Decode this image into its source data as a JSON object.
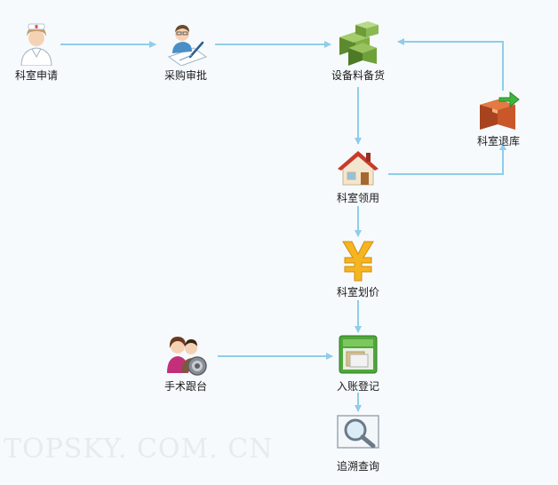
{
  "nodes": {
    "dept_apply": {
      "label": "科室申请",
      "icon": "nurse-icon"
    },
    "purchase_approve": {
      "label": "采购审批",
      "icon": "approver-signing-icon"
    },
    "equipment_stock": {
      "label": "设备料备货",
      "icon": "stacked-boxes-icon"
    },
    "dept_return": {
      "label": "科室退库",
      "icon": "return-box-icon"
    },
    "dept_receive": {
      "label": "科室领用",
      "icon": "house-icon"
    },
    "dept_pricing": {
      "label": "科室划价",
      "icon": "yuan-icon"
    },
    "surgery_follow": {
      "label": "手术跟台",
      "icon": "people-gear-icon"
    },
    "account_register": {
      "label": "入账登记",
      "icon": "green-cabinet-icon"
    },
    "trace_query": {
      "label": "追溯查询",
      "icon": "magnifier-icon"
    }
  },
  "watermark": "TOPSKY. COM. CN",
  "colors": {
    "arrow": "#8fcde8",
    "background": "#f6fafd",
    "text": "#1a1a1a"
  }
}
